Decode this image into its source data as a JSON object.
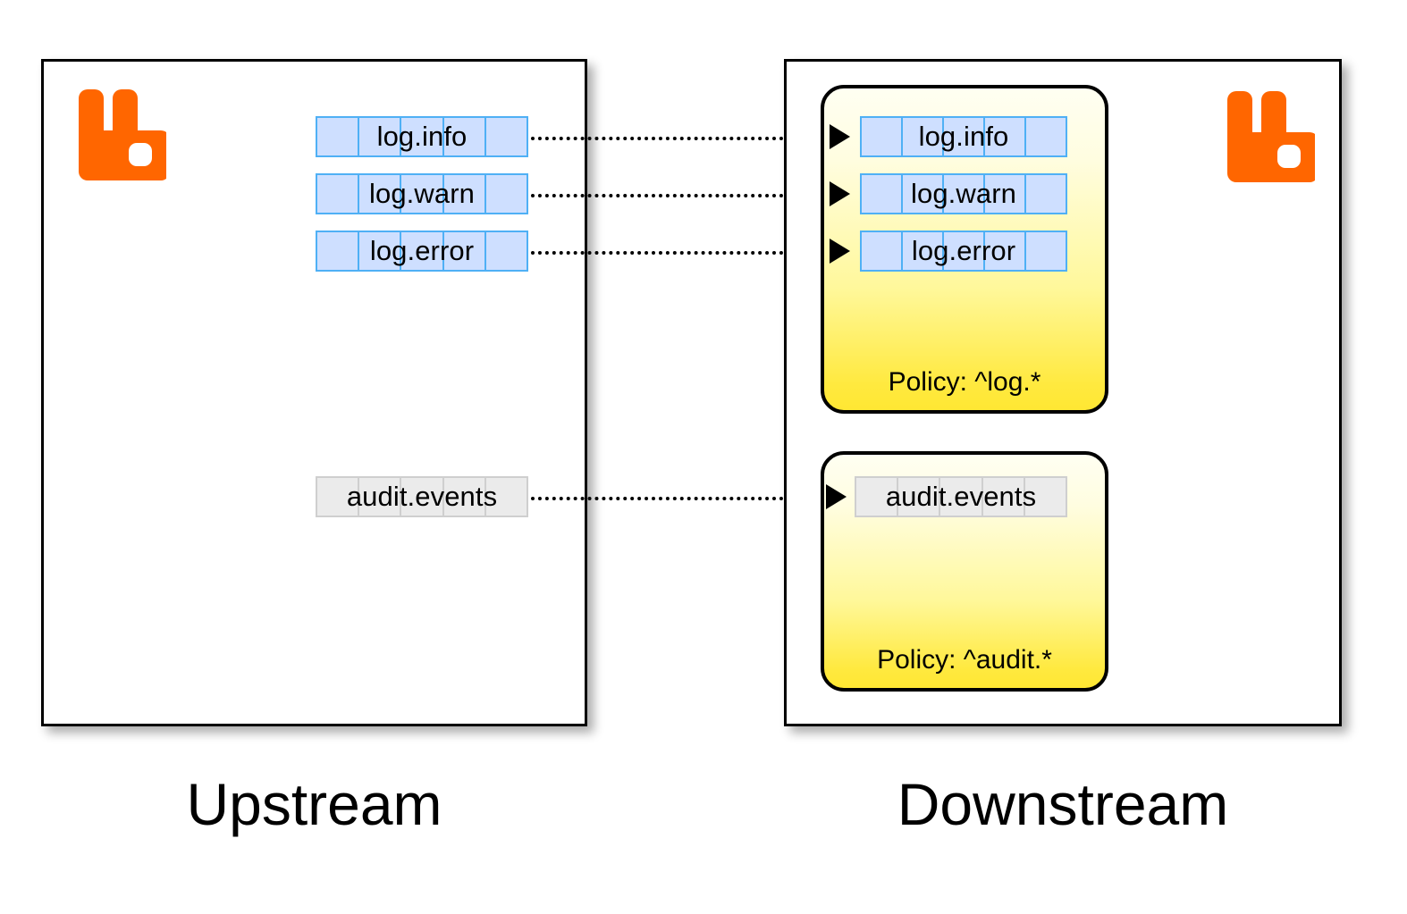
{
  "diagram": {
    "title": "RabbitMQ federation / shovel policy diagram",
    "colors": {
      "logo_orange": "#FF6600",
      "queue_blue_fill": "#CEDFFF",
      "queue_blue_border": "#4FB0F5",
      "queue_gray_fill": "#EBEBEB",
      "queue_gray_border": "#CFCFCF",
      "policy_gradient_top": "#FFFFF2",
      "policy_gradient_bottom": "#FFE733",
      "border_black": "#000000"
    }
  },
  "upstream": {
    "caption": "Upstream",
    "logo": "rabbitmq-logo",
    "queues": [
      {
        "name": "log.info",
        "style": "blue",
        "segments": 5
      },
      {
        "name": "log.warn",
        "style": "blue",
        "segments": 5
      },
      {
        "name": "log.error",
        "style": "blue",
        "segments": 5
      },
      {
        "name": "audit.events",
        "style": "gray",
        "segments": 5
      }
    ]
  },
  "downstream": {
    "caption": "Downstream",
    "logo": "rabbitmq-logo",
    "policy_groups": [
      {
        "label": "Policy: ^log.*",
        "queues": [
          {
            "name": "log.info",
            "style": "blue",
            "segments": 5
          },
          {
            "name": "log.warn",
            "style": "blue",
            "segments": 5
          },
          {
            "name": "log.error",
            "style": "blue",
            "segments": 5
          }
        ]
      },
      {
        "label": "Policy: ^audit.*",
        "queues": [
          {
            "name": "audit.events",
            "style": "gray",
            "segments": 5
          }
        ]
      }
    ]
  },
  "links": [
    {
      "from": "log.info",
      "to": "log.info",
      "style": "dotted",
      "arrow": "triangle"
    },
    {
      "from": "log.warn",
      "to": "log.warn",
      "style": "dotted",
      "arrow": "triangle"
    },
    {
      "from": "log.error",
      "to": "log.error",
      "style": "dotted",
      "arrow": "triangle"
    },
    {
      "from": "audit.events",
      "to": "audit.events",
      "style": "dotted",
      "arrow": "triangle"
    }
  ]
}
